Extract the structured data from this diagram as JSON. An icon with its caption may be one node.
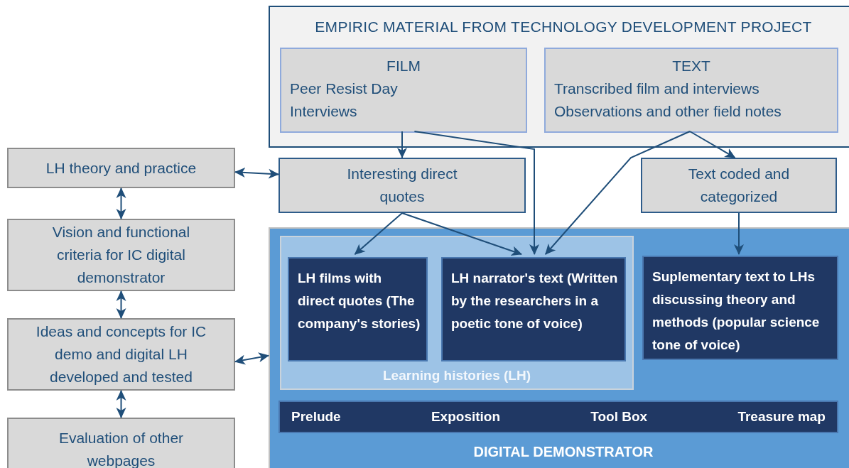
{
  "diagram": {
    "nodes": [
      {
        "text": [
          "EMPIRIC MATERIAL FROM TECHNOLOGY DEVELOPMENT PROJECT"
        ]
      },
      {
        "text": [
          "FILM",
          "Peer Resist Day",
          "Interviews"
        ],
        "in": 0
      },
      {
        "text": [
          "TEXT",
          "Transcribed film and interviews",
          "Observations and other field notes"
        ],
        "in": 0
      },
      {
        "text": [
          "LH theory and practice"
        ]
      },
      {
        "text": [
          "Interesting direct quotes"
        ]
      },
      {
        "text": [
          "Text coded and categorized"
        ]
      },
      {
        "text": [
          "Vision and functional criteria for IC digital demonstrator"
        ]
      },
      {
        "text": [
          "Ideas and concepts for IC demo and digital LH developed and tested"
        ]
      },
      {
        "text": [
          "Evaluation of other webpages"
        ]
      },
      {
        "text": [
          "DIGITAL DEMONSTRATOR"
        ]
      },
      {
        "text": [
          "Learning histories (LH)"
        ],
        "in": 9
      },
      {
        "text": [
          "LH films with direct quotes (The company's stories)"
        ],
        "in": 10
      },
      {
        "text": [
          "LH narrator's text (Written by the researchers in a poetic tone of voice)"
        ],
        "in": 10
      },
      {
        "text": [
          "Suplementary text to LHs discussing theory and methods (popular science tone of voice)"
        ],
        "in": 9
      },
      {
        "text": [
          "Prelude",
          "Exposition",
          "Tool Box",
          "Treasure map"
        ],
        "in": 9
      }
    ],
    "edges": [
      {
        "from": 3,
        "to": 4,
        "arrow": "both"
      },
      {
        "from": 3,
        "to": 6,
        "arrow": "both"
      },
      {
        "from": 6,
        "to": 7,
        "arrow": "both"
      },
      {
        "from": 7,
        "to": 8,
        "arrow": "both"
      },
      {
        "from": 7,
        "to": 9,
        "arrow": "both"
      },
      {
        "from": 1,
        "to": 4,
        "arrow": "to"
      },
      {
        "from": 1,
        "to": 12,
        "arrow": "to"
      },
      {
        "from": 4,
        "to": 11,
        "arrow": "to"
      },
      {
        "from": 4,
        "to": 12,
        "arrow": "to"
      },
      {
        "from": 2,
        "to": 5,
        "arrow": "to"
      },
      {
        "from": 2,
        "to": 12,
        "arrow": "to"
      },
      {
        "from": 5,
        "to": 13,
        "arrow": "to"
      }
    ]
  }
}
